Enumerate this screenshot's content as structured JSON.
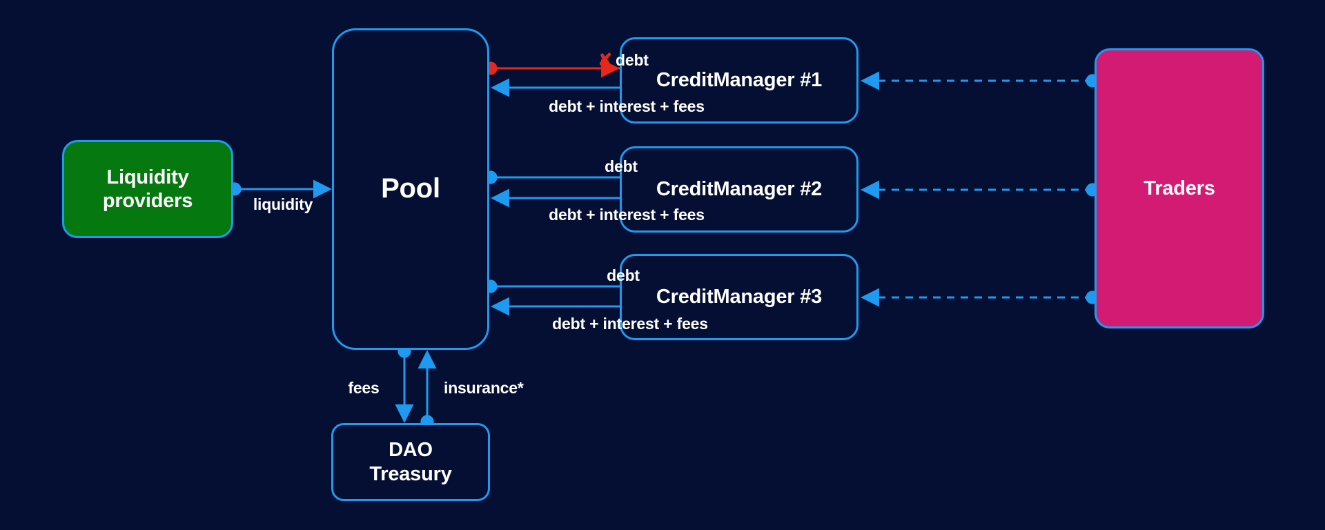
{
  "diagram": {
    "title": "Gearbox Protocol liquidity and debt flow",
    "background_color": "#050F33",
    "accent_blue": "#1E9BF0",
    "accent_red": "#E8271C",
    "accent_green": "#067810",
    "accent_pink": "#D41B73"
  },
  "nodes": {
    "liquidity_providers": {
      "label": "Liquidity\nproviders",
      "line1": "Liquidity",
      "line2": "providers",
      "fill": "#067810"
    },
    "pool": {
      "label": "Pool",
      "fill": "#050F33"
    },
    "credit_manager_1": {
      "label": "CreditManager #1",
      "fill": "#050F33"
    },
    "credit_manager_2": {
      "label": "CreditManager #2",
      "fill": "#050F33"
    },
    "credit_manager_3": {
      "label": "CreditManager #3",
      "fill": "#050F33"
    },
    "traders": {
      "label": "Traders",
      "fill": "#D41B73"
    },
    "dao_treasury": {
      "label": "DAO\nTreasury",
      "line1": "DAO",
      "line2": "Treasury",
      "fill": "#050F33"
    }
  },
  "edges": {
    "liquidity": {
      "label": "liquidity",
      "color": "#1E9BF0",
      "style": "solid",
      "from": "liquidity_providers",
      "to": "pool"
    },
    "debt_1": {
      "label": "debt",
      "marker": "✘",
      "marker_color": "#E8271C",
      "color": "#E8271C",
      "style": "solid",
      "from": "pool",
      "to": "credit_manager_1"
    },
    "repay_1": {
      "label": "debt + interest + fees",
      "color": "#1E9BF0",
      "style": "solid",
      "from": "credit_manager_1",
      "to": "pool"
    },
    "debt_2": {
      "label": "debt",
      "color": "#1E9BF0",
      "style": "solid",
      "from": "pool",
      "to": "credit_manager_2"
    },
    "repay_2": {
      "label": "debt + interest + fees",
      "color": "#1E9BF0",
      "style": "solid",
      "from": "credit_manager_2",
      "to": "pool"
    },
    "debt_3": {
      "label": "debt",
      "color": "#1E9BF0",
      "style": "solid",
      "from": "pool",
      "to": "credit_manager_3"
    },
    "repay_3": {
      "label": "debt + interest + fees",
      "color": "#1E9BF0",
      "style": "solid",
      "from": "credit_manager_3",
      "to": "pool"
    },
    "traders_1": {
      "label": "",
      "color": "#1E9BF0",
      "style": "dashed",
      "from": "traders",
      "to": "credit_manager_1"
    },
    "traders_2": {
      "label": "",
      "color": "#1E9BF0",
      "style": "dashed",
      "from": "traders",
      "to": "credit_manager_2"
    },
    "traders_3": {
      "label": "",
      "color": "#1E9BF0",
      "style": "dashed",
      "from": "traders",
      "to": "credit_manager_3"
    },
    "fees": {
      "label": "fees",
      "color": "#1E9BF0",
      "style": "solid",
      "from": "pool",
      "to": "dao_treasury"
    },
    "insurance": {
      "label": "insurance*",
      "color": "#1E9BF0",
      "style": "solid",
      "from": "dao_treasury",
      "to": "pool"
    }
  }
}
